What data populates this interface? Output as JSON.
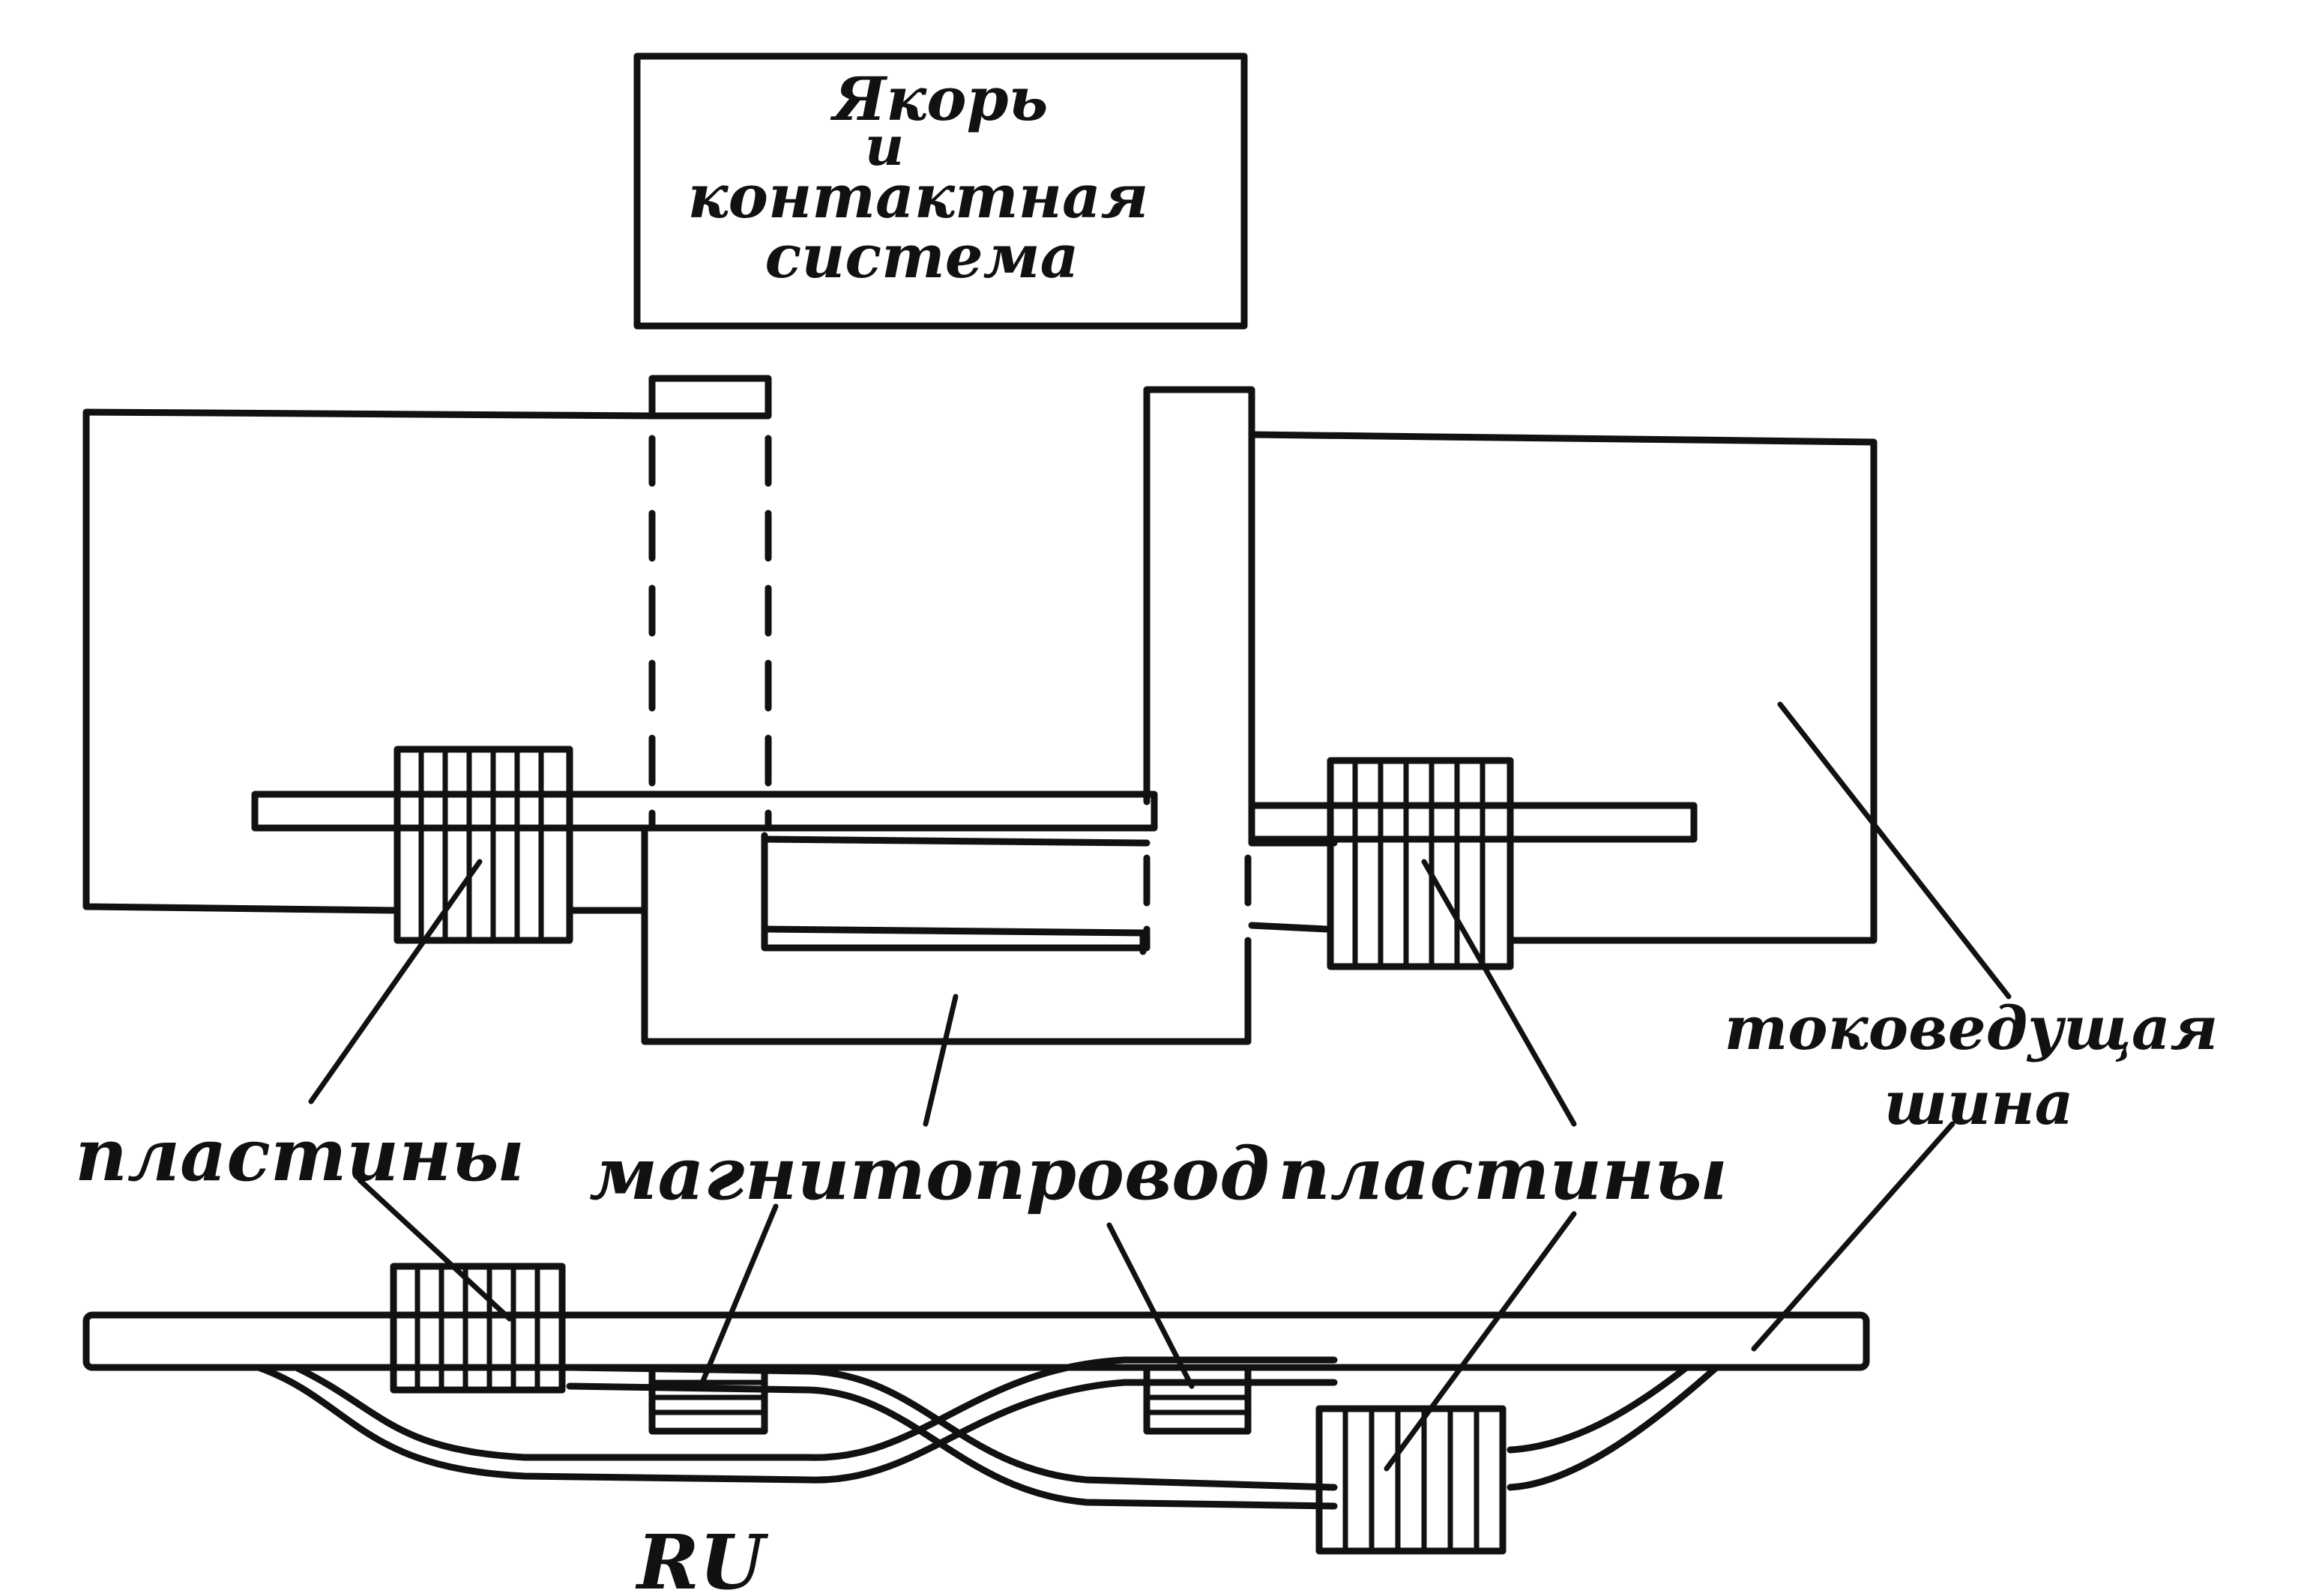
{
  "box": {
    "line1": "Якорь",
    "line2": "и",
    "line3": "контактная",
    "line4": "система"
  },
  "labels": {
    "plates_left": "пластины",
    "magnetic_core": "магнитопровод",
    "plates_right": "пластины",
    "busbar_line1": "токоведущая",
    "busbar_line2": "шина",
    "region": "RU"
  },
  "colors": {
    "ink": "#111111",
    "paper": "#ffffff"
  }
}
